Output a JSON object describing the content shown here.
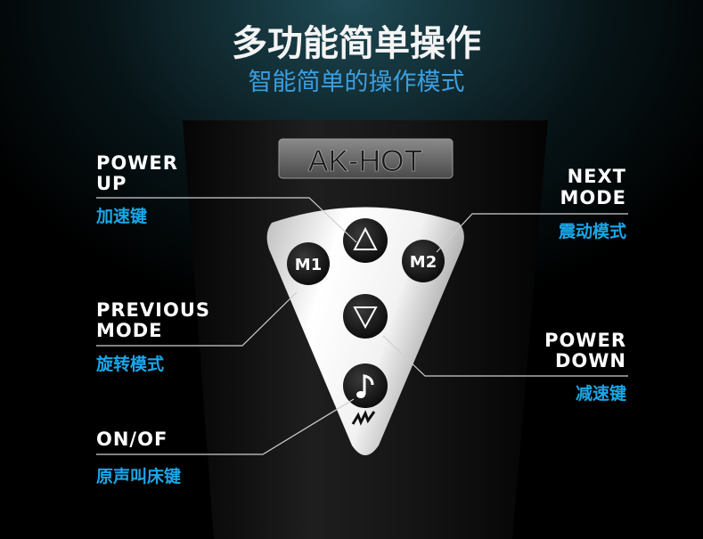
{
  "header": {
    "title": "多功能简单操作",
    "subtitle": "智能简单的操作模式"
  },
  "device": {
    "logo": "AK-HOT",
    "buttons": {
      "m1": "M1",
      "m2": "M2"
    }
  },
  "labels": {
    "power_up": {
      "en1": "POWER",
      "en2": "UP",
      "zh": "加速键"
    },
    "next_mode": {
      "en1": "NEXT",
      "en2": "MODE",
      "zh": "震动模式"
    },
    "previous_mode": {
      "en1": "PREVIOUS",
      "en2": "MODE",
      "zh": "旋转模式"
    },
    "power_down": {
      "en1": "POWER",
      "en2": "DOWN",
      "zh": "减速键"
    },
    "on_off": {
      "en1": "ON/OF",
      "zh": "原声叫床键"
    }
  },
  "colors": {
    "accent": "#1aa7e8",
    "subtitle": "#3b9fe0",
    "background": "#000000"
  }
}
